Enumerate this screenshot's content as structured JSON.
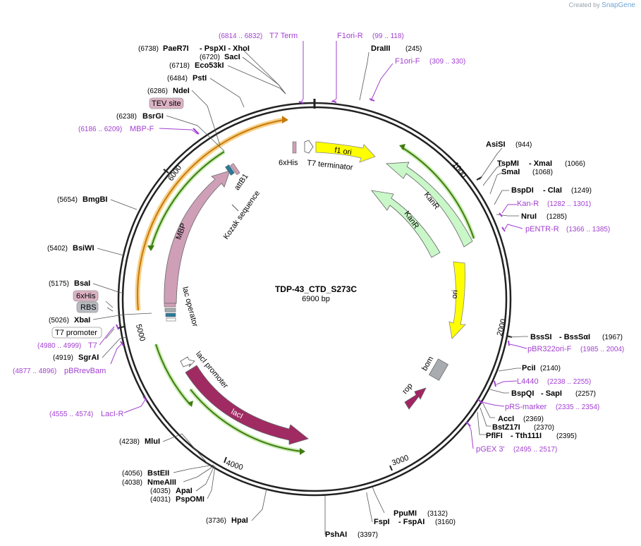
{
  "credit": {
    "prefix": "Created by",
    "brand": "SnapGene"
  },
  "plasmid": {
    "name": "TDP-43_CTD_S273C",
    "size": "6900 bp"
  },
  "ticks": [
    "1000",
    "2000",
    "3000",
    "4000",
    "5000",
    "6000"
  ],
  "features": {
    "f1ori": "f1 ori",
    "kanr1": "KanR",
    "kanr2": "KanR",
    "ori": "ori",
    "bom": "bom",
    "rop": "rop",
    "laci": "lacI",
    "laci_promoter": "lacI promoter",
    "lac_operator": "lac operator",
    "mbp": "MBP",
    "attb1": "attB1",
    "kozak": "Kozak sequence",
    "sixhis_top": "6xHis",
    "t7term_top": "T7 terminator"
  },
  "boxed": {
    "tev": "TEV site",
    "sixhis": "6xHis",
    "rbs": "RBS",
    "t7prom": "T7 promoter"
  },
  "sites": [
    {
      "name": "PaeR7I",
      "extra": "- PspXI  - XhoI",
      "pos": "(6738)"
    },
    {
      "name": "SacI",
      "pos": "(6720)"
    },
    {
      "name": "Eco53kI",
      "pos": "(6718)"
    },
    {
      "name": "PstI",
      "pos": "(6484)"
    },
    {
      "name": "NdeI",
      "pos": "(6286)"
    },
    {
      "name": "BsrGI",
      "pos": "(6238)"
    },
    {
      "name": "BmgBI",
      "pos": "(5654)"
    },
    {
      "name": "BsiWI",
      "pos": "(5402)"
    },
    {
      "name": "BsaI",
      "pos": "(5175)"
    },
    {
      "name": "XbaI",
      "pos": "(5026)"
    },
    {
      "name": "SgrAI",
      "pos": "(4919)"
    },
    {
      "name": "MluI",
      "pos": "(4238)"
    },
    {
      "name": "BstEII",
      "pos": "(4056)"
    },
    {
      "name": "NmeAIII",
      "pos": "(4038)"
    },
    {
      "name": "ApaI",
      "pos": "(4035)"
    },
    {
      "name": "PspOMI",
      "pos": "(4031)"
    },
    {
      "name": "HpaI",
      "pos": "(3736)"
    },
    {
      "name": "PshAI",
      "pos": "(3397)"
    },
    {
      "name": "PpuMI",
      "pos": "(3132)"
    },
    {
      "name": "FspI",
      "extra": "- FspAI",
      "pos": "(3160)"
    },
    {
      "name": "DraIII",
      "pos": "(245)"
    },
    {
      "name": "AsiSI",
      "pos": "(944)"
    },
    {
      "name": "TspMI",
      "extra": "- XmaI",
      "pos": "(1066)"
    },
    {
      "name": "SmaI",
      "pos": "(1068)"
    },
    {
      "name": "BspDI",
      "extra": "- ClaI",
      "pos": "(1249)"
    },
    {
      "name": "NruI",
      "pos": "(1285)"
    },
    {
      "name": "BssSI",
      "extra": "- BssSαI",
      "pos": "(1967)"
    },
    {
      "name": "PciI",
      "pos": "(2140)"
    },
    {
      "name": "BspQI",
      "extra": "- SapI",
      "pos": "(2257)"
    },
    {
      "name": "AccI",
      "pos": "(2369)"
    },
    {
      "name": "BstZ17I",
      "pos": "(2370)"
    },
    {
      "name": "PflFI",
      "extra": "- Tth111I",
      "pos": "(2395)"
    }
  ],
  "primers": [
    {
      "name": "T7 Term",
      "pos": "(6814 .. 6832)"
    },
    {
      "name": "F1ori-R",
      "pos": "(99 .. 118)"
    },
    {
      "name": "F1ori-F",
      "pos": "(309 .. 330)"
    },
    {
      "name": "MBP-F",
      "pos": "(6186 .. 6209)"
    },
    {
      "name": "Kan-R",
      "pos": "(1282 .. 1301)"
    },
    {
      "name": "pENTR-R",
      "pos": "(1366 .. 1385)"
    },
    {
      "name": "pBR322ori-F",
      "pos": "(1985 .. 2004)"
    },
    {
      "name": "L4440",
      "pos": "(2238 .. 2255)"
    },
    {
      "name": "pRS-marker",
      "pos": "(2335 .. 2354)"
    },
    {
      "name": "pGEX 3'",
      "pos": "(2495 .. 2517)"
    },
    {
      "name": "T7",
      "pos": "(4980 .. 4999)"
    },
    {
      "name": "pBRrevBam",
      "pos": "(4877 .. 4896)"
    },
    {
      "name": "LacI-R",
      "pos": "(4555 .. 4574)"
    }
  ]
}
